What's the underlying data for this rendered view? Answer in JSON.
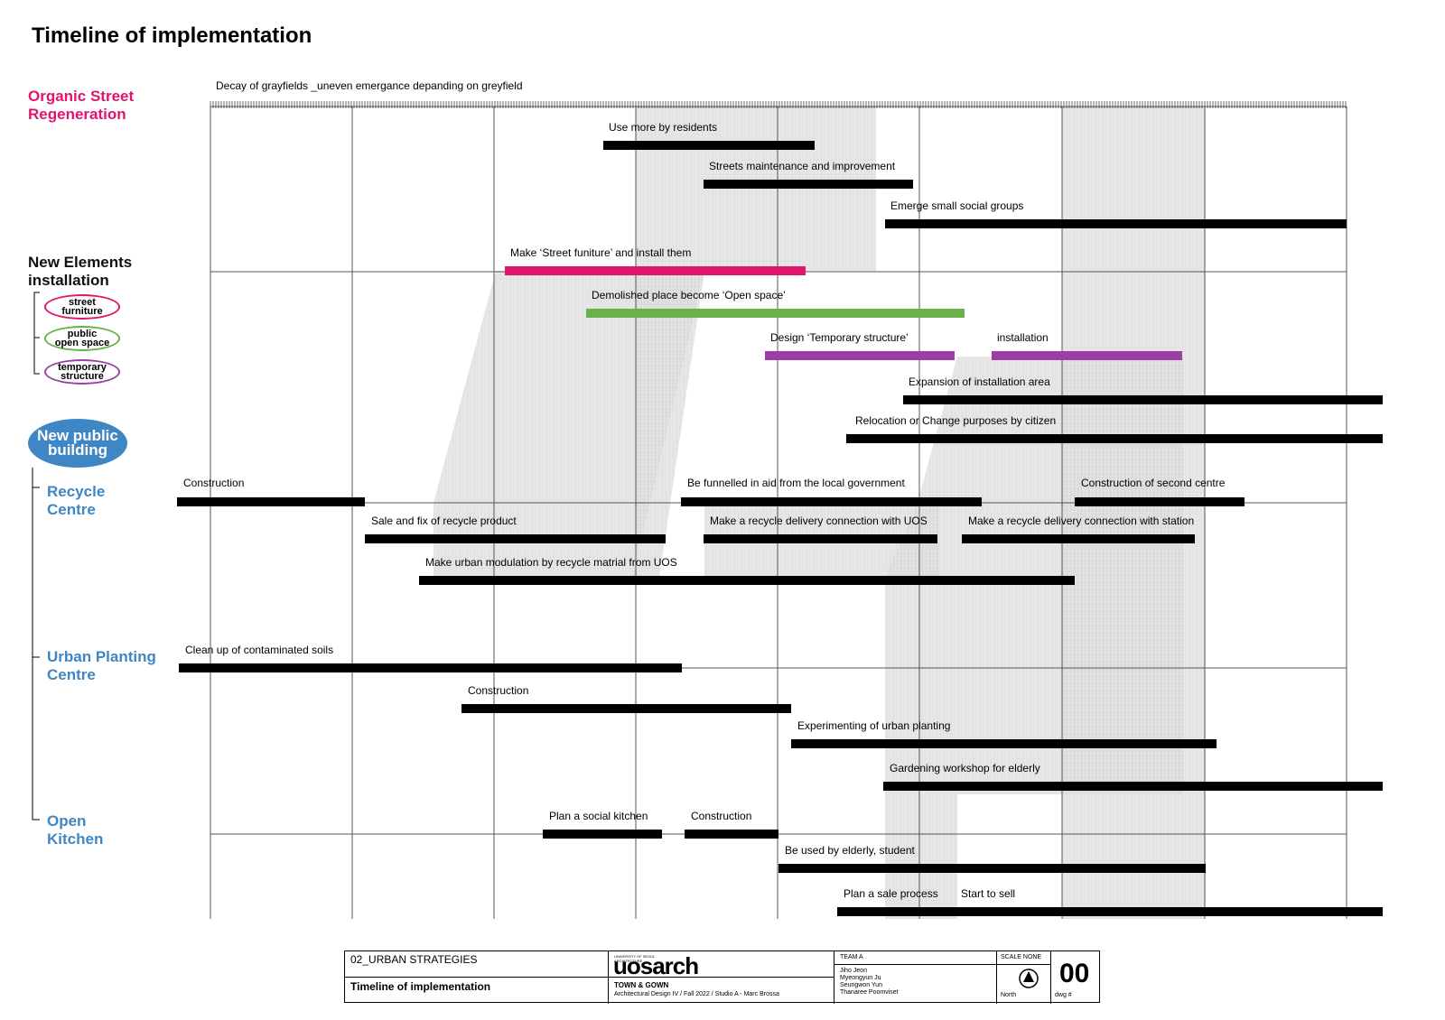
{
  "page": {
    "title": "Timeline of implementation",
    "decay_label": "Decay of grayfields _uneven emergance depanding on greyfield"
  },
  "categories": {
    "organic": "Organic Street\nRegeneration",
    "new_elements": "New Elements\ninstallation",
    "new_public": "New public\nbuilding",
    "recycle": "Recycle\nCentre",
    "urban_planting": "Urban Planting\nCentre",
    "open_kitchen": "Open\nKitchen"
  },
  "legend": [
    {
      "label": "street\nfurniture",
      "color": "#e0156e"
    },
    {
      "label": "public\nopen space",
      "color": "#6ab04c"
    },
    {
      "label": "temporary\nstructure",
      "color": "#9b3fa6"
    }
  ],
  "colors": {
    "black": "#000000",
    "pink": "#e0156e",
    "green": "#6ab04c",
    "purple": "#9b3fa6",
    "blue": "#3f86c4",
    "shade": "#d9d9d9"
  },
  "bars": [
    {
      "label": "Use more by residents",
      "color": "black"
    },
    {
      "label": "Streets maintenance and improvement",
      "color": "black"
    },
    {
      "label": "Emerge small social groups",
      "color": "black"
    },
    {
      "label": "Make ‘Street funiture’ and install them",
      "color": "pink"
    },
    {
      "label": "Demolished place become ‘Open space’",
      "color": "green"
    },
    {
      "label": "Design ‘Temporary structure’",
      "color": "purple"
    },
    {
      "label": "installation",
      "color": "purple"
    },
    {
      "label": "Expansion of installation area",
      "color": "black"
    },
    {
      "label": "Relocation or Change purposes by citizen",
      "color": "black"
    },
    {
      "label": "Construction",
      "color": "black"
    },
    {
      "label": "Be funnelled in aid from the local government",
      "color": "black"
    },
    {
      "label": "Construction of second centre",
      "color": "black"
    },
    {
      "label": "Sale and fix of recycle product",
      "color": "black"
    },
    {
      "label": "Make a recycle delivery connection with UOS",
      "color": "black"
    },
    {
      "label": "Make a recycle delivery connection with station",
      "color": "black"
    },
    {
      "label": "Make urban modulation by recycle matrial from UOS",
      "color": "black"
    },
    {
      "label": "Clean up of contaminated soils",
      "color": "black"
    },
    {
      "label": "Construction",
      "color": "black"
    },
    {
      "label": "Experimenting of urban planting",
      "color": "black"
    },
    {
      "label": "Gardening workshop for elderly",
      "color": "black"
    },
    {
      "label": "Plan a social kitchen",
      "color": "black"
    },
    {
      "label": "Construction",
      "color": "black"
    },
    {
      "label": "Be used by elderly, student",
      "color": "black"
    },
    {
      "label": "Plan a sale process",
      "color": "black"
    },
    {
      "label": "Start to sell",
      "color": "black"
    }
  ],
  "titleblock": {
    "section": "02_URBAN STRATEGIES",
    "sheet_title": "Timeline of implementation",
    "logo": "uosarch",
    "logo_small": "UNIVERSITY OF SEOUL\nARCHITECTURE",
    "project": "TOWN & GOWN",
    "course": "Architectural Design IV / Fall 2022 / Studio A - Marc Brossa",
    "team_label": "TEAM A",
    "members": "Jiho Jeon\nMyeongyun Ju\nSeungwon Yun\nThanaree Poomviset",
    "scale": "SCALE NONE",
    "north": "North",
    "dwg_no": "00",
    "dwg_label": "dwg #"
  }
}
